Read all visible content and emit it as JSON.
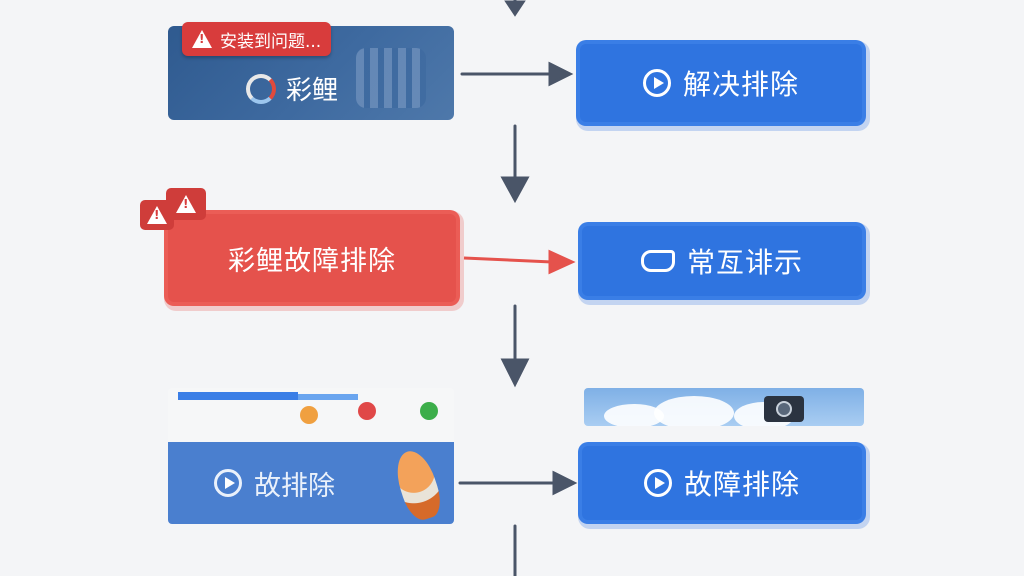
{
  "install_card": {
    "warning_label": "安装到问题...",
    "brand": "彩鲤"
  },
  "steps": {
    "resolve_label": "解决排除",
    "koi_fault_label": "彩鲤故障排除",
    "common_label": "常亙诽示",
    "scene_fault_label": "故排除",
    "fault_label": "故障排除"
  },
  "colors": {
    "blue": "#2f74e0",
    "red": "#e5524c",
    "arrow": "#4a5568"
  }
}
